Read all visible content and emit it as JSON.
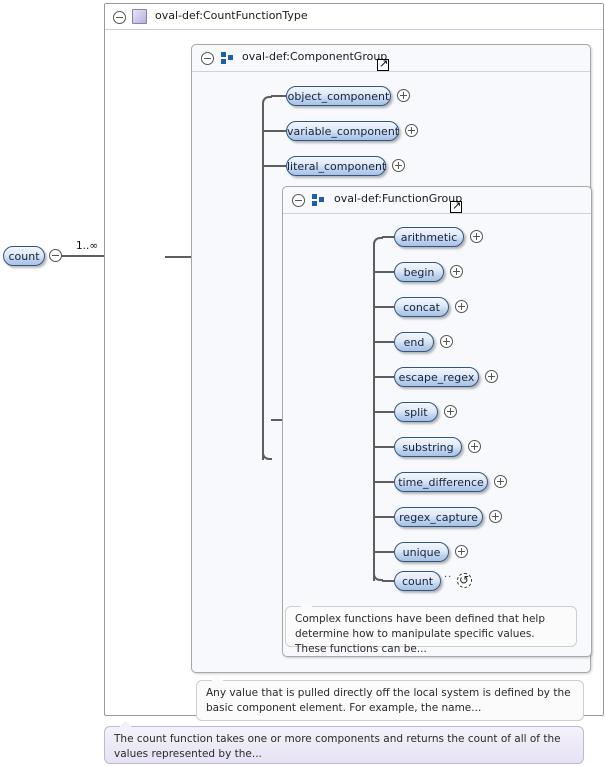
{
  "diagram": {
    "type": "xml-schema-tree",
    "root_element": {
      "name": "count",
      "occurrence": "1..∞"
    },
    "type_panel": {
      "label": "oval-def:CountFunctionType",
      "icon": "complex-type-icon",
      "toggle": "minus"
    },
    "component_group": {
      "label": "oval-def:ComponentGroup",
      "icon": "group-icon",
      "external_ref_icon": "external-link-icon",
      "toggle": "minus",
      "compositor": "choice",
      "children": [
        {
          "label": "object_component",
          "expand": "plus"
        },
        {
          "label": "variable_component",
          "expand": "plus"
        },
        {
          "label": "literal_component",
          "expand": "plus"
        }
      ],
      "annotation": "Any value that is pulled directly off the local system is defined by the basic component element. For example, the name..."
    },
    "function_group": {
      "label": "oval-def:FunctionGroup",
      "icon": "group-icon",
      "external_ref_icon": "external-link-icon",
      "toggle": "minus",
      "compositor": "choice",
      "children": [
        {
          "label": "arithmetic",
          "expand": "plus"
        },
        {
          "label": "begin",
          "expand": "plus"
        },
        {
          "label": "concat",
          "expand": "plus"
        },
        {
          "label": "end",
          "expand": "plus"
        },
        {
          "label": "escape_regex",
          "expand": "plus"
        },
        {
          "label": "split",
          "expand": "plus"
        },
        {
          "label": "substring",
          "expand": "plus"
        },
        {
          "label": "time_difference",
          "expand": "plus"
        },
        {
          "label": "regex_capture",
          "expand": "plus"
        },
        {
          "label": "unique",
          "expand": "plus"
        },
        {
          "label": "count",
          "expand": "recursion"
        }
      ],
      "annotation": "Complex functions have been defined that help determine how to manipulate specific values. These functions can be..."
    },
    "root_annotation": "The count function takes one or more components and returns the count of all of the values represented by the...",
    "colors": {
      "node_border": "#32567f",
      "node_fill": "#bcd2ee",
      "compositor_fill": "#f7f0c0",
      "group_icon": "#1f5fa9",
      "type_icon": "#b7ade0",
      "line": "#5e5e5e",
      "panel_border": "#9a9a9a"
    }
  }
}
